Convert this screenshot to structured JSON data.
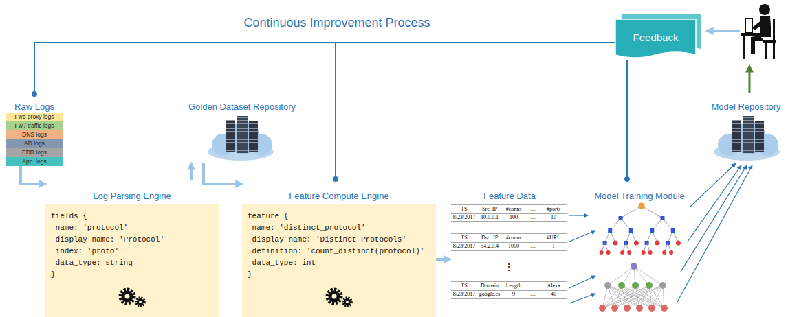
{
  "diagram": {
    "title": "Continuous Improvement Process",
    "nodes": [
      {
        "text": [
          "Raw Logs"
        ]
      },
      {
        "text": [
          "Fwd proxy logs"
        ],
        "in": 0
      },
      {
        "text": [
          "Fw / traffic logs"
        ],
        "in": 0
      },
      {
        "text": [
          "DNS logs"
        ],
        "in": 0
      },
      {
        "text": [
          "AD logs"
        ],
        "in": 0
      },
      {
        "text": [
          "EDR logs"
        ],
        "in": 0
      },
      {
        "text": [
          "App. logs"
        ],
        "in": 0
      },
      {
        "text": [
          "Golden Dataset Repository"
        ]
      },
      {
        "text": [
          "Log Parsing Engine",
          "fields {",
          "name: 'protocol'",
          "display_name: 'Protocol'",
          "index: 'proto'",
          "data_type: string",
          "}"
        ]
      },
      {
        "text": [
          "Feature Compute Engine",
          "feature {",
          "name: 'distinct_protocol'",
          "display_name: 'Distinct Protocols'",
          "definition: 'count_distinct(protocol)'",
          "data_type: int",
          "}"
        ]
      },
      {
        "text": [
          "Feature Data"
        ]
      },
      {
        "text": [
          "Model Training Module"
        ]
      },
      {
        "text": [
          "Feedback"
        ]
      },
      {
        "text": [
          "Model Repository"
        ]
      }
    ],
    "edges": [
      {
        "from": 0,
        "to": 8,
        "arrow": "to"
      },
      {
        "from": 8,
        "to": 7,
        "arrow": "to"
      },
      {
        "from": 7,
        "to": 9,
        "arrow": "to"
      },
      {
        "from": 9,
        "to": 10,
        "arrow": "to"
      },
      {
        "from": 10,
        "to": 11,
        "arrow": "to"
      },
      {
        "from": 11,
        "to": 13,
        "arrow": "to"
      },
      {
        "from": 12,
        "to": 0,
        "arrow": "none"
      },
      {
        "from": 12,
        "to": 9,
        "arrow": "none"
      },
      {
        "from": 12,
        "to": 11,
        "arrow": "none"
      }
    ],
    "labels": [
      "TS",
      "Src. IP",
      "#conns",
      "…",
      "#ports",
      "8/23/2017",
      "10.0.0.1",
      "100",
      "…",
      "10",
      "…",
      "…",
      "…",
      "…",
      "TS",
      "Dst . IP",
      "#conns",
      "…",
      "#URL",
      "8/23/2017",
      "54.2.0.4",
      "1000",
      "…",
      "1",
      "…",
      "…",
      "…",
      "…",
      "⋮",
      "TS",
      "Domain",
      "Length",
      "…",
      "Alexa",
      "8/23/2017",
      "google.es",
      "9",
      "…",
      "40",
      "…",
      "…",
      "…",
      "…"
    ]
  }
}
